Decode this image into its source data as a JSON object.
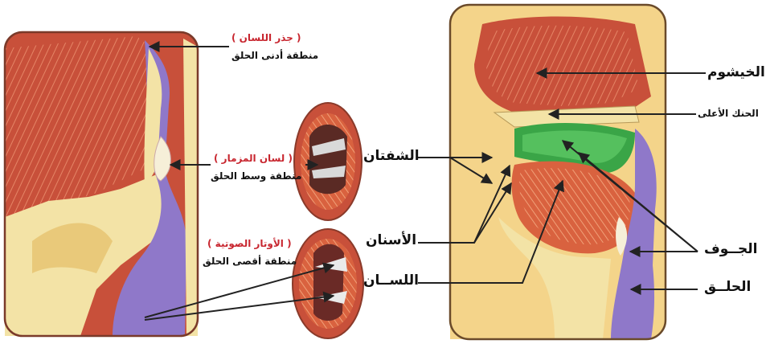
{
  "colors": {
    "muscle": "#c8503a",
    "muscle_light": "#e07a55",
    "bone": "#f3e3a6",
    "soft_palate_green": "#3aa547",
    "pharynx_purple": "#8f78c9",
    "skin": "#f4d48a",
    "accent_red": "#c8262f"
  },
  "labels_right": {
    "nasal": "الخيشوم",
    "palate": "الحنك الأعلى",
    "lips": "الشفتان",
    "teeth": "الأسنان",
    "tongue": "اللســان",
    "cavity": "الجــوف",
    "throat": "الحلــق"
  },
  "labels_left": {
    "root_name": "( جذر اللسان )",
    "root_zone": "منطقة أدنى الحلق",
    "epiglottis_name": "( لسان المزمار )",
    "epiglottis_zone": "منطقة وسط الحلق",
    "cords_name": "( الأوتار الصوتية )",
    "cords_zone": "منطقة أقصى الحلق"
  },
  "icons": [
    "arrow-left",
    "arrow-right"
  ]
}
